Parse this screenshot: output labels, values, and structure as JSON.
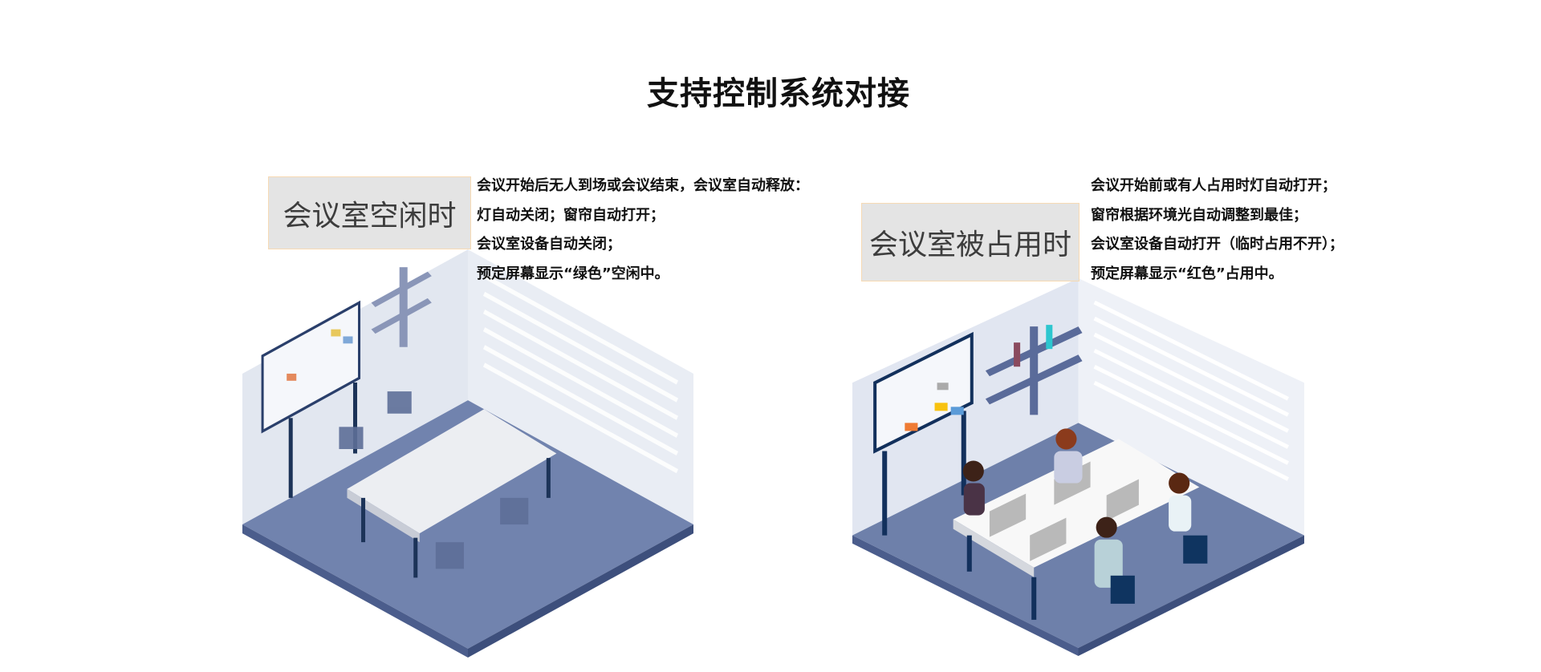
{
  "title": "支持控制系统对接",
  "idle": {
    "label": "会议室空闲时",
    "lines": [
      "会议开始后无人到场或会议结束，会议室自动释放：",
      "灯自动关闭；窗帘自动打开；",
      "会议室设备自动关闭；",
      "预定屏幕显示“绿色”空闲中。"
    ]
  },
  "occupied": {
    "label": "会议室被占用时",
    "lines": [
      "会议开始前或有人占用时灯自动打开；",
      "窗帘根据环境光自动调整到最佳；",
      "会议室设备自动打开（临时占用不开）；",
      "预定屏幕显示“红色”占用中。"
    ]
  },
  "colors": {
    "floor": "#6e80aa",
    "floor_edge": "#3f5283",
    "accent": "#0f3460"
  }
}
